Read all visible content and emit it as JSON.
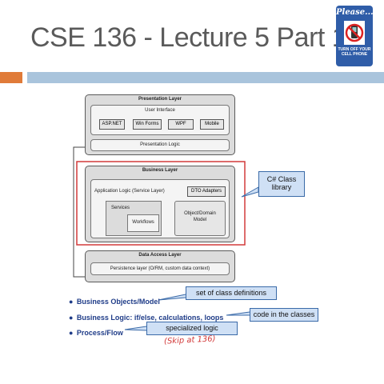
{
  "slide": {
    "title": "CSE 136 - Lecture 5 Part 1"
  },
  "sign": {
    "please": "Please...",
    "line1": "TURN OFF YOUR",
    "line2": "CELL PHONE"
  },
  "diagram": {
    "presentation": {
      "title": "Presentation Layer",
      "ui_label": "User Interface",
      "chips": [
        "ASP.NET",
        "Win Forms",
        "WPF",
        "Mobile"
      ],
      "logic": "Presentation Logic"
    },
    "business": {
      "title": "Business Layer",
      "app_logic": "Application Logic (Service Layer)",
      "dto": "DTO Adapters",
      "services": "Services",
      "workflows": "Workflows",
      "object_model_line1": "Object/Domain",
      "object_model_line2": "Model"
    },
    "data_access": {
      "title": "Data Access Layer",
      "persistence": "Persistence layer (O/RM, custom data context)"
    }
  },
  "callouts": {
    "class_library_line1": "C# Class",
    "class_library_line2": "library",
    "class_defs": "set of class definitions",
    "code_in_classes": "code in the classes",
    "specialized": "specialized logic"
  },
  "bullets": [
    "Business Objects/Model",
    "Business Logic: if/else, calculations, loops",
    "Process/Flow"
  ],
  "handwriting": "(Skip at 136)",
  "colors": {
    "title": "#5a5a5a",
    "accent_orange": "#e07b39",
    "accent_blue": "#a9c4dc",
    "highlight_red": "#d23a3a",
    "bullet_blue": "#1f3c88",
    "callout_fill": "#cfe0f5"
  }
}
